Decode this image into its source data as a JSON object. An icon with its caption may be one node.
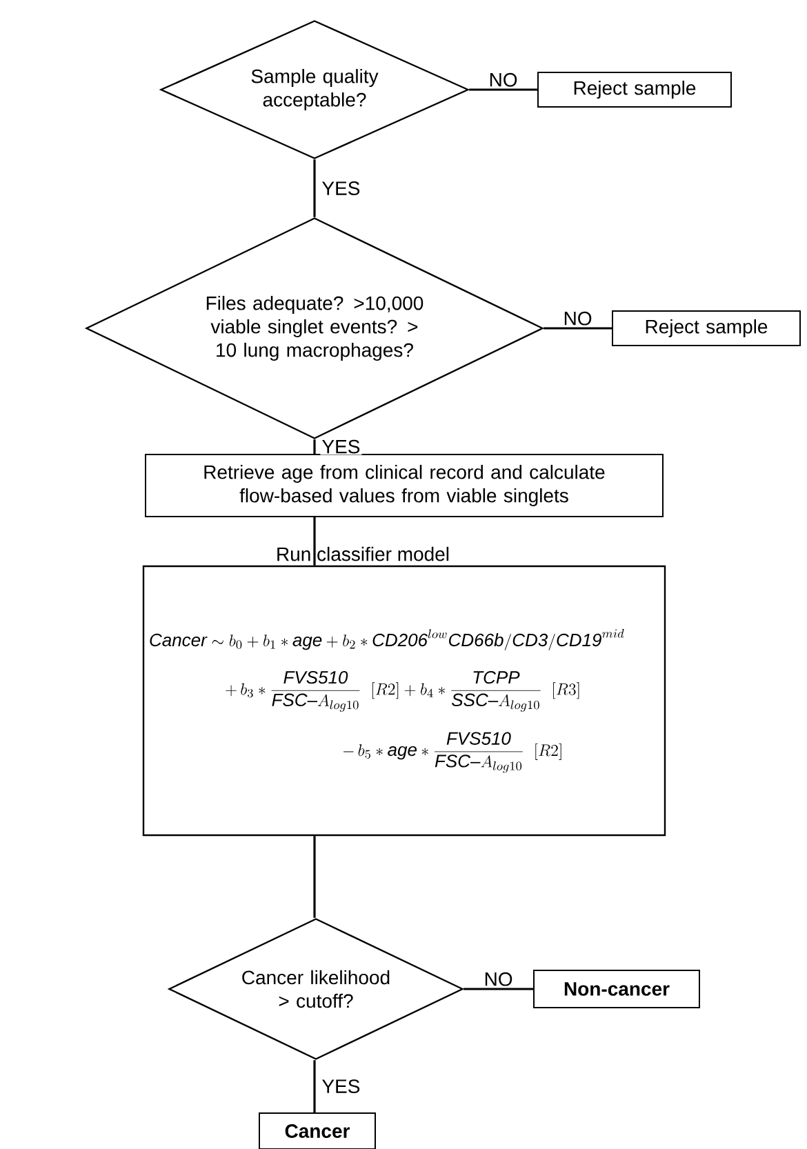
{
  "diagram": {
    "nodes": [
      {
        "text": [
          "Sample quality acceptable?"
        ]
      },
      {
        "text": [
          "Reject sample"
        ]
      },
      {
        "text": [
          "Files adequate? >10,000 viable singlet events? > 10 lung macrophages?"
        ]
      },
      {
        "text": [
          "Reject sample"
        ]
      },
      {
        "text": [
          "Retrieve age from clinical record and calculate flow-based values from viable singlets"
        ]
      },
      {
        "text": [
          "Run classifier model",
          "\\mathit{Cancer} \\sim b_0 + b_1 * \\mathit{age} + b_2 * \\mathit{CD206}^{low}\\mathit{CD66b/CD3/CD19}^{mid}",
          "+\\, b_3 * \\frac{\\mathit{FVS510}}{\\mathit{FSC}\\mbox{--}A_{log10}}\\;\\; [R2] + b_4 * \\frac{\\mathit{TCPP}}{\\mathit{SSC}\\mbox{--}A_{log10}}\\;\\; [R3]",
          "-\\, b_5 * \\mathit{age} * \\frac{\\mathit{FVS510}}{\\mathit{FSC}\\mbox{--}A_{log10}}\\;\\; [R2]"
        ]
      },
      {
        "text": [
          "Cancer likelihood > cutoff?"
        ]
      },
      {
        "text": [
          "Non-cancer"
        ]
      },
      {
        "text": [
          "Cancer"
        ]
      }
    ],
    "edges": [
      {
        "from": 0,
        "to": 1,
        "arrow": "none",
        "label": "NO"
      },
      {
        "from": 0,
        "to": 2,
        "arrow": "none",
        "label": "YES"
      },
      {
        "from": 2,
        "to": 3,
        "arrow": "none",
        "label": "NO"
      },
      {
        "from": 2,
        "to": 4,
        "arrow": "none",
        "label": "YES"
      },
      {
        "from": 4,
        "to": 5,
        "arrow": "none"
      },
      {
        "from": 5,
        "to": 6,
        "arrow": "none"
      },
      {
        "from": 6,
        "to": 7,
        "arrow": "none",
        "label": "NO"
      },
      {
        "from": 6,
        "to": 8,
        "arrow": "none",
        "label": "YES"
      }
    ]
  }
}
